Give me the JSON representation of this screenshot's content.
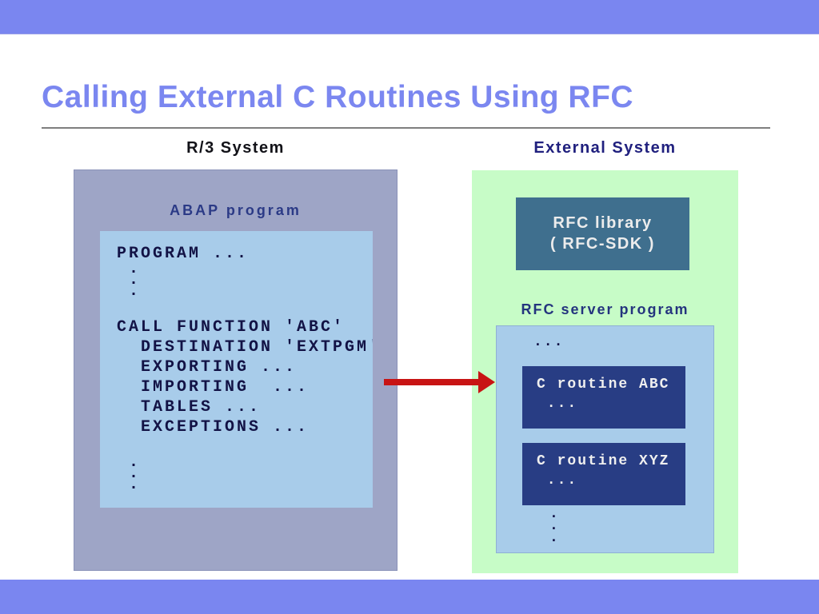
{
  "slide": {
    "title": "Calling External C Routines Using RFC",
    "left": {
      "heading": "R/3 System",
      "box_label": "ABAP program",
      "code_lines": [
        "PROGRAM ...",
        " .",
        " .",
        " .",
        "",
        "CALL FUNCTION 'ABC'",
        "  DESTINATION 'EXTPGM'",
        "  EXPORTING ...",
        "  IMPORTING  ...",
        "  TABLES ...",
        "  EXCEPTIONS ...",
        "",
        " .",
        " .",
        " ."
      ]
    },
    "right": {
      "heading": "External System",
      "library_box": {
        "line1": "RFC library",
        "line2": "( RFC-SDK )"
      },
      "server_label": "RFC server program",
      "server_ellipsis": "...",
      "routines": [
        {
          "name": "C routine ABC",
          "body": " ..."
        },
        {
          "name": "C routine XYZ",
          "body": " ..."
        }
      ],
      "trailing_dots": [
        ".",
        ".",
        "."
      ]
    },
    "arrow": {
      "direction": "right",
      "meaning": "RFC call from ABAP program to RFC server program"
    },
    "colors": {
      "top_bottom_bars": "#7A86F0",
      "title_text": "#7B87F0",
      "r3_heading_text": "#121218",
      "external_heading_text": "#20207E",
      "r3_box_bg": "#9EA5C6",
      "abap_label_text": "#2B3A86",
      "code_box_bg": "#A8CCEA",
      "code_text": "#121245",
      "external_box_bg": "#C7FCC7",
      "rfc_library_box_bg": "#3F6F8E",
      "rfc_library_text": "#ECECEC",
      "server_label_text": "#24347E",
      "routine_box_bg": "#283D84",
      "routine_text": "#EFEFEF",
      "arrow_red": "#C81414",
      "title_rule": "#7f7f7f"
    }
  }
}
